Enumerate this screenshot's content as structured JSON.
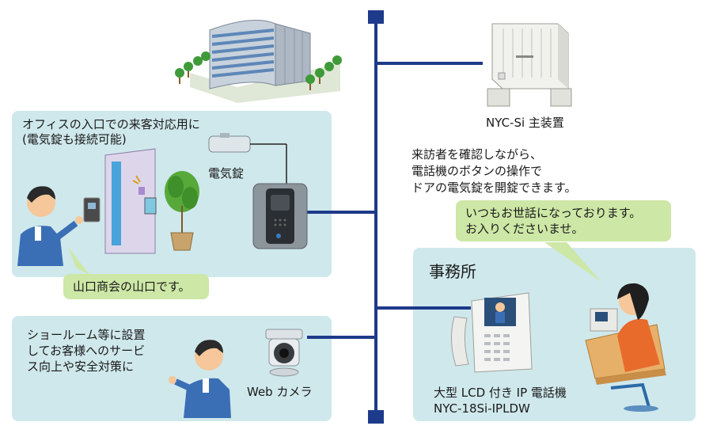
{
  "main_unit": {
    "label": "NYC-Si 主装置"
  },
  "office_entrance": {
    "caption_line1": "オフィスの入口での来客対応用に",
    "caption_line2": "(電気錠も接続可能)",
    "lock_label": "電気錠",
    "visitor_speech": "山口商会の山口です。"
  },
  "description": {
    "line1": "来訪者を確認しながら、",
    "line2": "電話機のボタンの操作で",
    "line3": "ドアの電気錠を開錠できます。"
  },
  "reception_speech": {
    "line1": "いつもお世話になっております。",
    "line2": "お入りくださいませ。"
  },
  "office": {
    "title": "事務所",
    "phone_line1": "大型 LCD 付き IP 電話機",
    "phone_line2": "NYC-18Si-IPLDW"
  },
  "showroom": {
    "line1": "ショールーム等に設置",
    "line2": "してお客様へのサービ",
    "line3": "ス向上や安全対策に",
    "camera_label": "Web カメラ"
  }
}
